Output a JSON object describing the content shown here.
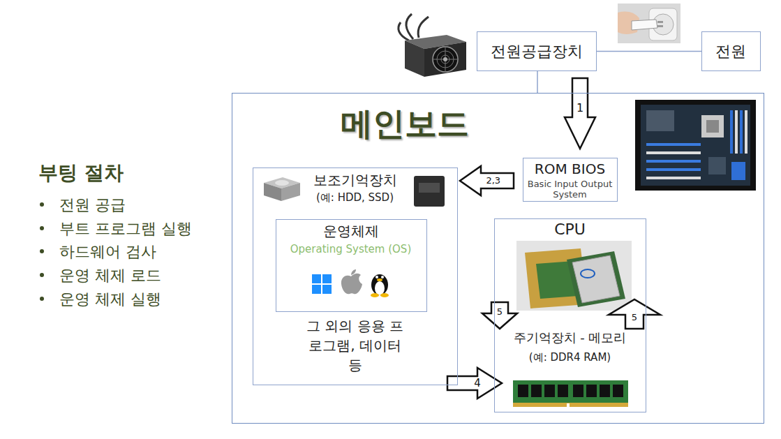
{
  "diagram": {
    "title": "부팅 절차",
    "nodes": [
      {
        "text": [
          "전원공급장치"
        ]
      },
      {
        "text": [
          "전원"
        ]
      },
      {
        "text": [
          "메인보드"
        ]
      },
      {
        "text": [
          "ROM BIOS",
          "Basic Input Output System"
        ],
        "in": 2
      },
      {
        "text": [
          "보조기억장치",
          "(예: HDD, SSD)",
          "그 외의 응용 프로그램, 데이터 등"
        ],
        "in": 2
      },
      {
        "text": [
          "운영체제",
          "Operating System (OS)"
        ],
        "in": 4
      },
      {
        "text": [
          "CPU"
        ],
        "in": 2
      },
      {
        "text": [
          "주기억장치 - 메모리",
          "(예: DDR4 RAM)"
        ],
        "in": 2
      }
    ],
    "edges": [
      {
        "from": 0,
        "to": 1,
        "arrow": "none"
      },
      {
        "from": 0,
        "to": 2,
        "arrow": "none"
      },
      {
        "from": 0,
        "to": 3,
        "arrow": "to",
        "label": "1"
      },
      {
        "from": 3,
        "to": 4,
        "arrow": "to",
        "label": "2,3"
      },
      {
        "from": 4,
        "to": 7,
        "arrow": "to",
        "label": "4"
      },
      {
        "from": 6,
        "to": 7,
        "arrow": "to",
        "label": "5"
      },
      {
        "from": 7,
        "to": 6,
        "arrow": "to",
        "label": "5"
      }
    ],
    "labels": [
      "전원 공급",
      "부트 프로그램 실행",
      "하드웨어 검사",
      "운영 체제 로드",
      "운영 체제 실행"
    ]
  }
}
